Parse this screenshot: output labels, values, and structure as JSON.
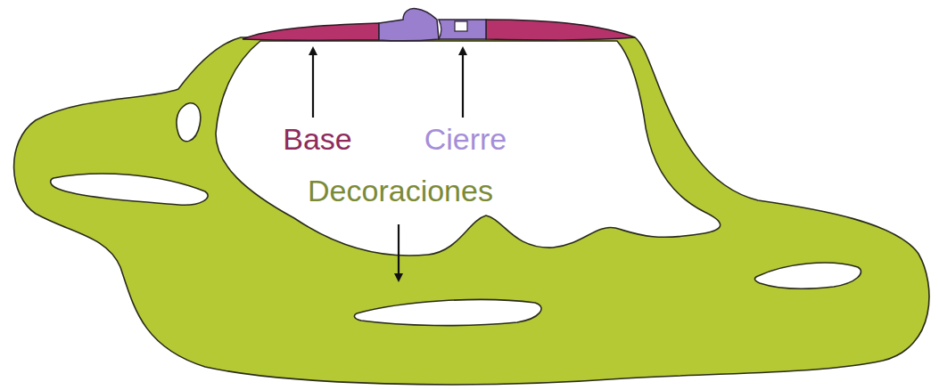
{
  "diagram": {
    "labels": [
      "Base",
      "Cierre",
      "Decoraciones"
    ]
  }
}
